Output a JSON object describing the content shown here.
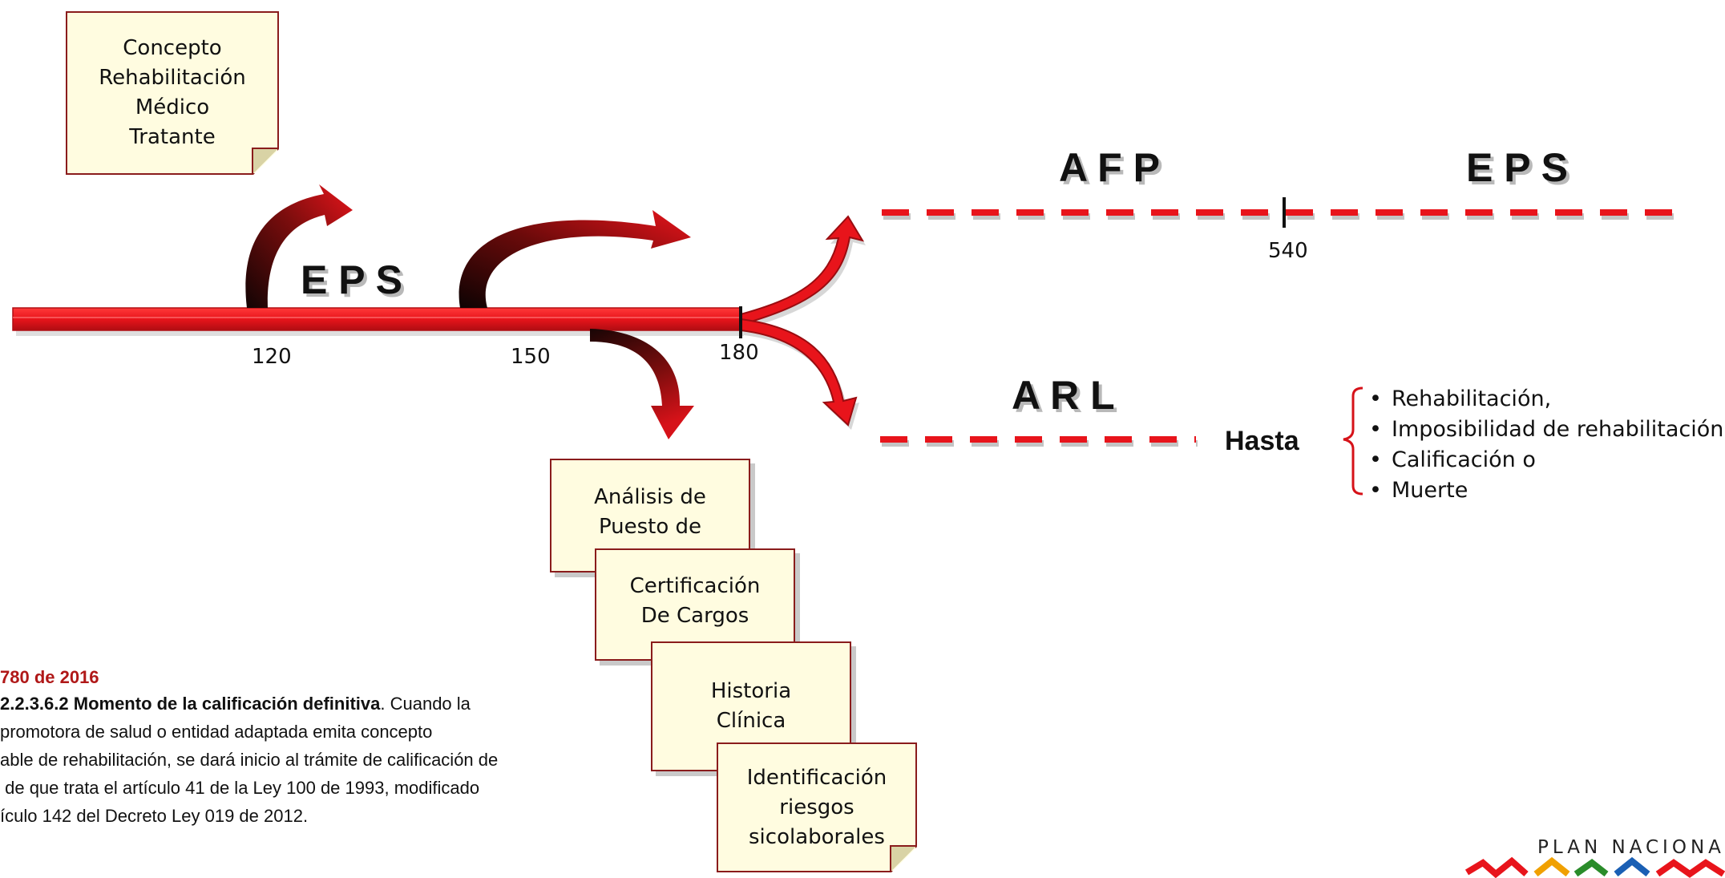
{
  "colors": {
    "primary_red": "#e8141b",
    "dark_red": "#7a0d0d",
    "note_fill": "#fffce0",
    "note_border": "#8a1c1c"
  },
  "entities": {
    "eps_main": "E P S",
    "afp": "A F P",
    "eps_right": "E P S",
    "arl": "A R L"
  },
  "ticks": {
    "t120": "120",
    "t150": "150",
    "t180": "180",
    "t540": "540"
  },
  "notes": {
    "concepto": "Concepto\nRehabilitación\nMédico\nTratante",
    "analisis": "Análisis de\nPuesto de",
    "certificacion": "Certificación\nDe Cargos",
    "historia": "Historia\nClínica",
    "identificacion": "Identificación\nriesgos\nsicolaborales"
  },
  "hasta": {
    "label": "Hasta",
    "items": [
      "Rehabilitación,",
      "Imposibilidad de rehabilitación",
      "Calificación o",
      "Muerte"
    ]
  },
  "decree": {
    "title": "780 de 2016",
    "article": "2.2.3.6.2 Momento de la calificación definitiva",
    "lines": [
      ". Cuando la",
      "promotora de salud o entidad adaptada emita concepto",
      "able de rehabilitación, se dará inicio al trámite de calificación de",
      " de que trata el artículo 41 de la Ley 100 de 1993, modificado",
      "ículo 142 del Decreto Ley 019 de 2012."
    ]
  },
  "logo": {
    "text": "PLAN NACIONA",
    "icon": "multicolor-logo-icon"
  }
}
